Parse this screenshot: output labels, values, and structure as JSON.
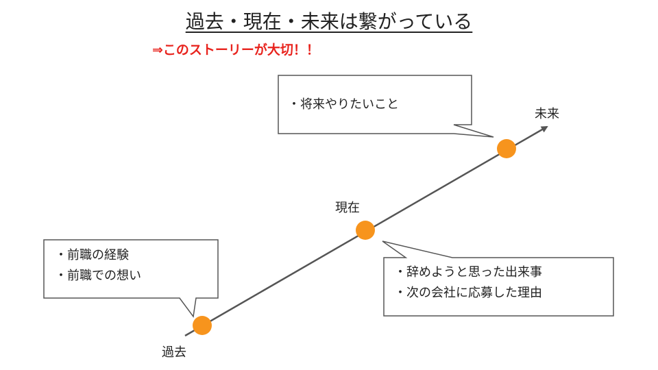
{
  "title": "過去・現在・未来は繋がっている",
  "subtitle": "⇒このストーリーが大切！！",
  "timeline": {
    "past_label": "過去",
    "present_label": "現在",
    "future_label": "未来"
  },
  "callouts": {
    "future": [
      "・将来やりたいこと"
    ],
    "present": [
      "・辞めようと思った出来事",
      "・次の会社に応募した理由"
    ],
    "past": [
      "・前職の経験",
      "・前職での想い"
    ]
  },
  "colors": {
    "marker": "#f7941d",
    "line": "#555555",
    "subtitle": "#e8231d",
    "callout_border": "#555555"
  }
}
